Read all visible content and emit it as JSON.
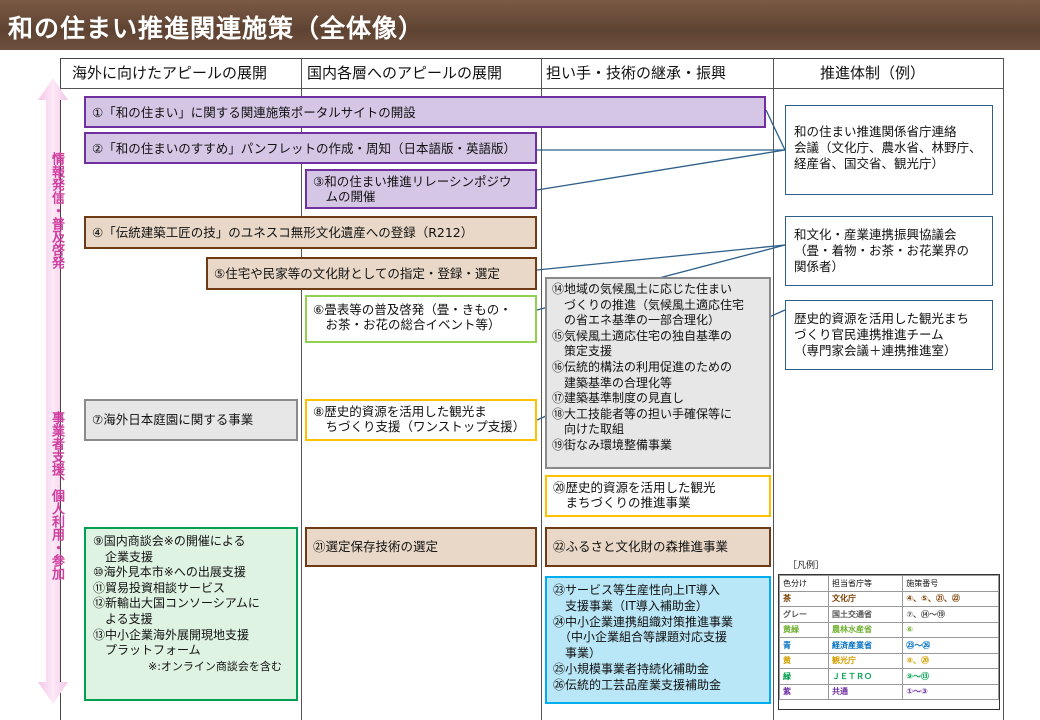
{
  "title": "和の住まい推進関連施策（全体像）",
  "columns": [
    "海外に向けたアピールの展開",
    "国内各層へのアピールの展開",
    "担い手・技術の継承・振興",
    "推進体制（例）"
  ],
  "side_labels": {
    "top": "情報発信・普及啓発",
    "bottom": "事業者支援、個人利用・参加"
  },
  "boxes": {
    "b1": "①「和の住まい」に関する関連施策ポータルサイトの開設",
    "b2": "②「和の住まいのすすめ」パンフレットの作成・周知（日本語版・英語版）",
    "b3a": "③和の住まい推進リレーシンポジウ",
    "b3b": "　ムの開催",
    "b4": "④「伝統建築工匠の技」のユネスコ無形文化遺産への登録（R212）",
    "b5": "⑤住宅や民家等の文化財としての指定・登録・選定",
    "b6a": "⑥畳表等の普及啓発（畳・きもの・",
    "b6b": "　お茶・お花の総合イベント等）",
    "b7": "⑦海外日本庭園に関する事業",
    "b8a": "⑧歴史的資源を活用した観光ま",
    "b8b": "　ちづくり支援（ワンストップ支援）",
    "g1": [
      "⑭地域の気候風土に応じた住まい",
      "　づくりの推進（気候風土適応住宅",
      "　の省エネ基準の一部合理化）",
      "⑮気候風土適応住宅の独自基準の",
      "　策定支援",
      "⑯伝統的構法の利用促進のための",
      "　建築基準の合理化等",
      "⑰建築基準制度の見直し",
      "⑱大工技能者等の担い手確保等に",
      "　向けた取組",
      "⑲街なみ環境整備事業"
    ],
    "b20a": "⑳歴史的資源を活用した観光",
    "b20b": "　まちづくりの推進事業",
    "g9": [
      "⑨国内商談会※の開催による",
      "　企業支援",
      "⑩海外見本市※への出展支援",
      "⑪貿易投資相談サービス",
      "⑫新輸出大国コンソーシアムに",
      "　よる支援",
      "⑬中小企業海外展開現地支援",
      "　プラットフォーム",
      "　　　　　※:オンライン商談会を含む"
    ],
    "b21": "㉑選定保存技術の選定",
    "b22": "㉒ふるさと文化財の森推進事業",
    "g23": [
      "㉓サービス等生産性向上IT導入",
      "　支援事業（IT導入補助金）",
      "㉔中小企業連携組織対策推進事業",
      "　（中小企業組合等課題対応支援",
      "　事業）",
      "㉕小規模事業者持続化補助金",
      "㉖伝統的工芸品産業支援補助金"
    ],
    "r1": [
      "和の住まい推進関係省庁連絡",
      "会議（文化庁、農水省、林野庁、",
      "経産省、国交省、観光庁）"
    ],
    "r2": [
      "和文化・産業連携振興協議会",
      "（畳・着物・お茶・お花業界の",
      "関係者）"
    ],
    "r3": [
      "歴史的資源を活用した観光まち",
      "づくり官民連携推進チーム",
      "（専門家会議＋連携推進室）"
    ]
  },
  "legend": {
    "caption": "［凡例］",
    "headers": [
      "色分け",
      "担当省庁等",
      "施策番号"
    ],
    "rows": [
      {
        "color": "茶",
        "agency": "文化庁",
        "nums": "④、⑤、㉑、㉒",
        "c": "#7b3f00"
      },
      {
        "color": "グレー",
        "agency": "国土交通省",
        "nums": "⑦、⑭〜⑲",
        "c": "#555555"
      },
      {
        "color": "黄緑",
        "agency": "農林水産省",
        "nums": "⑥",
        "c": "#70b030"
      },
      {
        "color": "青",
        "agency": "経済産業省",
        "nums": "㉓〜㉖",
        "c": "#0070c0"
      },
      {
        "color": "黄",
        "agency": "観光庁",
        "nums": "⑧、⑳",
        "c": "#d4a000"
      },
      {
        "color": "緑",
        "agency": "ＪＥＴＲＯ",
        "nums": "⑨〜⑬",
        "c": "#00a050"
      },
      {
        "color": "紫",
        "agency": "共通",
        "nums": "①〜③",
        "c": "#7030a0"
      }
    ]
  }
}
